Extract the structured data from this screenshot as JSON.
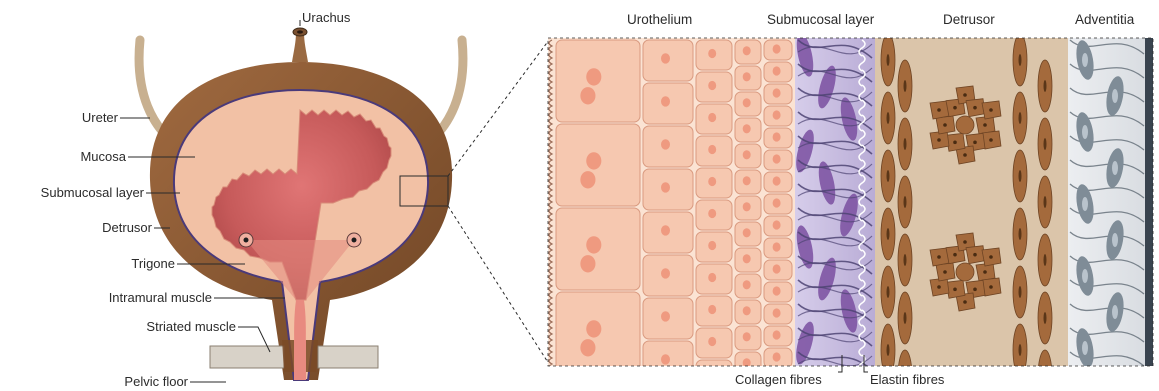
{
  "bladder_labels": {
    "urachus": "Urachus",
    "ureter": "Ureter",
    "mucosa": "Mucosa",
    "submucosal_layer": "Submucosal layer",
    "detrusor": "Detrusor",
    "trigone": "Trigone",
    "intramural_muscle": "Intramural muscle",
    "striated_muscle": "Striated muscle",
    "pelvic_floor": "Pelvic floor"
  },
  "layer_headers": {
    "urothelium": "Urothelium",
    "submucosal_layer": "Submucosal layer",
    "detrusor": "Detrusor",
    "adventitia": "Adventitia"
  },
  "fibre_labels": {
    "collagen": "Collagen fibres",
    "elastin": "Elastin fibres"
  },
  "colors": {
    "urothelium_cell": "#f6c8b0",
    "nucleus": "#ef9a80",
    "submucosa_bg": "#c9bfe0",
    "submucosa_cell": "#7a4fa0",
    "detrusor_bg": "#d9c3a8",
    "muscle_cell": "#a46a3c",
    "adventitia_bg": "#e3e6ea",
    "adventitia_cell": "#7f8c97",
    "bladder_wall": "#8a5a35",
    "bladder_lumen": "#c65a5a"
  }
}
